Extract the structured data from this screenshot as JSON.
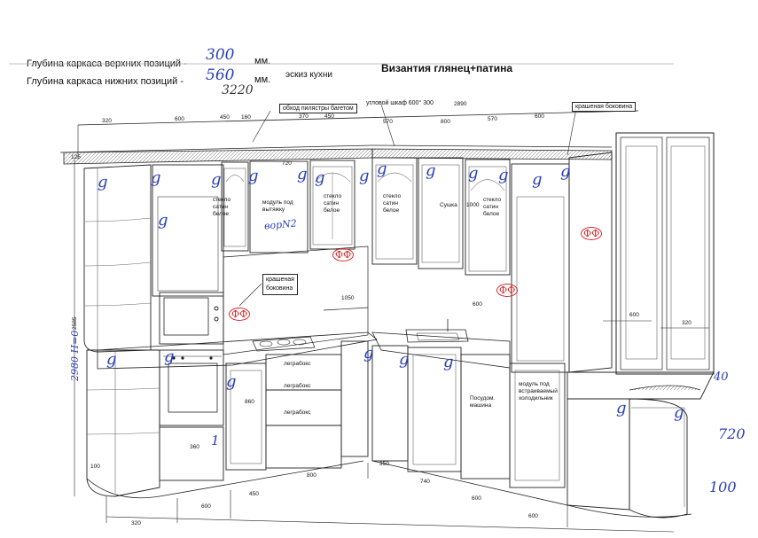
{
  "header": {
    "depth_upper_label": "Глубина каркаса верхних позиций -",
    "depth_upper_value": "300",
    "depth_upper_unit": "мм.",
    "depth_lower_label": "Глубина каркаса нижних позиций -",
    "depth_lower_value": "560",
    "depth_lower_unit": "мм.",
    "sketch_label": "эскиз кухни",
    "project_title": "Византия глянец+патина",
    "handwritten_total": "3220"
  },
  "callouts": {
    "pilaster": "обход пилястры багетом",
    "corner_cabinet": "угловой шкаф 600° 300",
    "painted_side_top": "крашеная боковина",
    "painted_side_mid": "крашеная\nбоковина"
  },
  "top_dimensions": [
    "320",
    "600",
    "450",
    "160",
    "370",
    "450",
    "570",
    "2890",
    "800",
    "570",
    "600"
  ],
  "side_dimensions": {
    "cornice": "125",
    "upper_height": "720",
    "corner_upper": "1000",
    "total_height": "2585",
    "handwritten_height": "2980 H=0",
    "oven_width": "360",
    "base_height": "860",
    "plinth": "100",
    "wall_gap": "1050",
    "window_width": "600",
    "window_side": "320",
    "countertop": "40",
    "hand_720": "720",
    "hand_100": "100",
    "mid_600": "600"
  },
  "bottom_dimensions": [
    "320",
    "600",
    "450",
    "800",
    "350",
    "740",
    "600",
    "600"
  ],
  "module_labels": {
    "glass_white_1": "стекло\nсатин\nбелое",
    "mod_under_hood": "модуль под\nвытяжку",
    "glass_white_2": "стекло\nсатин\nбелое",
    "glass_white_3": "стекло\nсатин\nбелое",
    "dryer": "Сушка",
    "glass_white_4": "стекло\nсатин\nбелое",
    "legrabox_1": "леграбокс",
    "legrabox_2": "леграбокс",
    "legrabox_3": "леграбокс",
    "dishwasher": "Посудом.\nмашина",
    "fridge_module": "модуль под\nвстраиваемый\nхолодильник"
  },
  "handwritten_marks": {
    "g": "g",
    "vorn": "ворN2",
    "ff": "ФФ",
    "one": "1"
  }
}
